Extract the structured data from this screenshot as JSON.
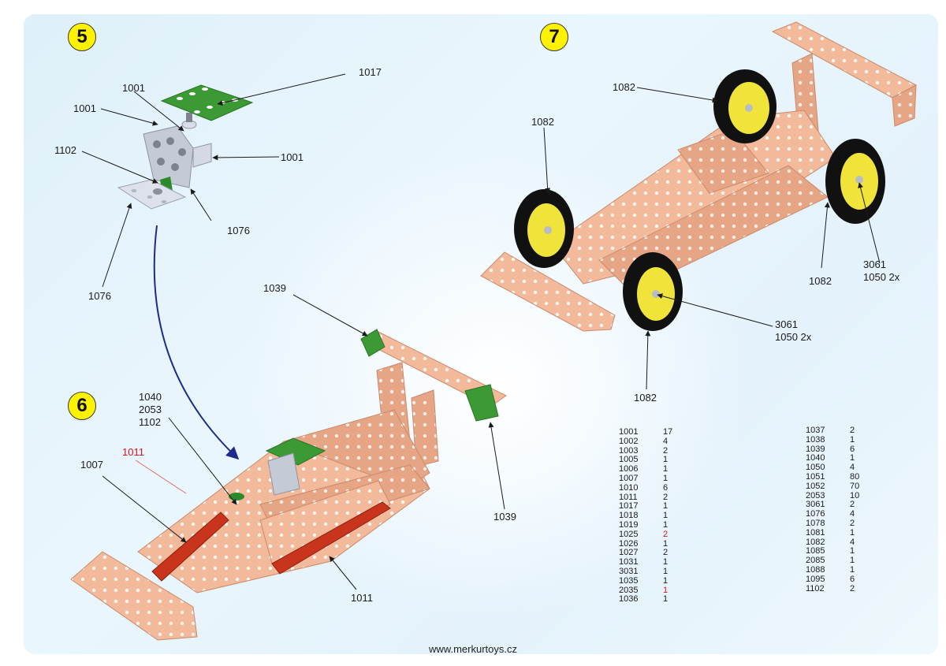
{
  "page": {
    "footer_url": "www.merkurtoys.cz",
    "colors": {
      "step_badge": "#fff200",
      "copper_parts": "#f2b99a",
      "green_parts": "#3c9a35",
      "silver_parts": "#c4cad6",
      "red_parts": "#c8341c",
      "wheel_tire": "#111111",
      "wheel_hub": "#f0e43a",
      "arrow_blue": "#1e2a8c",
      "highlight_red": "#d4141c"
    }
  },
  "steps": [
    {
      "number": "5",
      "callouts": [
        "1017",
        "1001",
        "1001",
        "1001",
        "1102",
        "1076",
        "1076"
      ]
    },
    {
      "number": "6",
      "callouts": [
        "1039",
        "1039",
        "1040",
        "2053",
        "1102",
        "1011",
        "1007",
        "1011"
      ],
      "highlighted_callout": "1011"
    },
    {
      "number": "7",
      "callouts": [
        "1082",
        "1082",
        "1082",
        "1082",
        "3061",
        "1050 2x",
        "3061",
        "1050 2x"
      ]
    }
  ],
  "parts_list": {
    "left": [
      {
        "code": "1001",
        "qty": "17"
      },
      {
        "code": "1002",
        "qty": "4"
      },
      {
        "code": "1003",
        "qty": "2"
      },
      {
        "code": "1005",
        "qty": "1"
      },
      {
        "code": "1006",
        "qty": "1"
      },
      {
        "code": "1007",
        "qty": "1"
      },
      {
        "code": "1010",
        "qty": "6"
      },
      {
        "code": "1011",
        "qty": "2"
      },
      {
        "code": "1017",
        "qty": "1"
      },
      {
        "code": "1018",
        "qty": "1"
      },
      {
        "code": "1019",
        "qty": "1"
      },
      {
        "code": "1025",
        "qty": "2",
        "highlight": true
      },
      {
        "code": "1026",
        "qty": "1"
      },
      {
        "code": "1027",
        "qty": "2"
      },
      {
        "code": "1031",
        "qty": "1"
      },
      {
        "code": "3031",
        "qty": "1"
      },
      {
        "code": "1035",
        "qty": "1"
      },
      {
        "code": "2035",
        "qty": "1",
        "highlight": true
      },
      {
        "code": "1036",
        "qty": "1"
      }
    ],
    "right": [
      {
        "code": "1037",
        "qty": "2"
      },
      {
        "code": "1038",
        "qty": "1"
      },
      {
        "code": "1039",
        "qty": "6"
      },
      {
        "code": "1040",
        "qty": "1"
      },
      {
        "code": "1050",
        "qty": "4"
      },
      {
        "code": "1051",
        "qty": "80"
      },
      {
        "code": "1052",
        "qty": "70"
      },
      {
        "code": "2053",
        "qty": "10"
      },
      {
        "code": "3061",
        "qty": "2"
      },
      {
        "code": "1076",
        "qty": "4"
      },
      {
        "code": "1078",
        "qty": "2"
      },
      {
        "code": "1081",
        "qty": "1"
      },
      {
        "code": "1082",
        "qty": "4"
      },
      {
        "code": "1085",
        "qty": "1"
      },
      {
        "code": "2085",
        "qty": "1"
      },
      {
        "code": "1088",
        "qty": "1"
      },
      {
        "code": "1095",
        "qty": "6"
      },
      {
        "code": "1102",
        "qty": "2"
      }
    ]
  }
}
